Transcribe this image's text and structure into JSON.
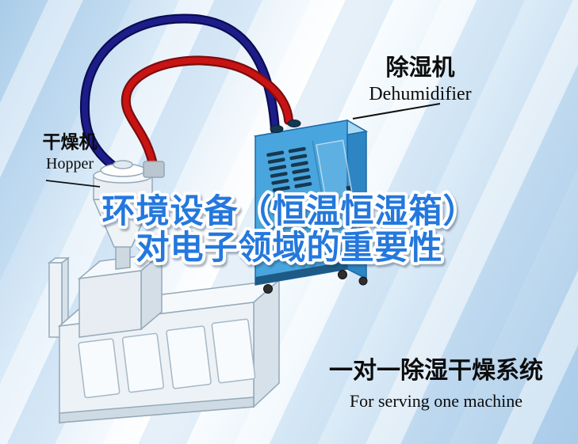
{
  "title": {
    "line1": "环境设备（恒温恒湿箱）",
    "line2": "对电子领域的重要性",
    "color": "#2478dd"
  },
  "labels": {
    "dehumidifier": {
      "zh": "除湿机",
      "en": "Dehumidifier"
    },
    "hopper": {
      "zh": "干燥机",
      "en": "Hopper"
    },
    "system": {
      "zh": "一对一除湿干燥系统",
      "en": "For serving one machine"
    }
  },
  "icons": {
    "dehumidifier_unit": "dehumidifier-machine-illustration",
    "hopper_unit": "hopper-dryer-illustration",
    "extruder_unit": "extruder-machine-illustration",
    "red_hose": "red-air-hose",
    "blue_hose": "blue-air-hose"
  },
  "colors": {
    "hose_red": "#c81414",
    "hose_red_dark": "#7c0d0d",
    "hose_blue": "#1d1d8a",
    "hose_blue_dark": "#0c0c52",
    "dehumidifier_body": "#49a5de",
    "dehumidifier_top": "#a9d9f3",
    "dehumidifier_side": "#2e85c3",
    "vent_dark": "#16384f",
    "machine_light": "#f6f9fb",
    "machine_front": "#edf2f7",
    "machine_side": "#d6e1e9",
    "outline": "#93a9b9",
    "label_text": "#0c0c0c",
    "background_blue": "#a9cce9"
  }
}
